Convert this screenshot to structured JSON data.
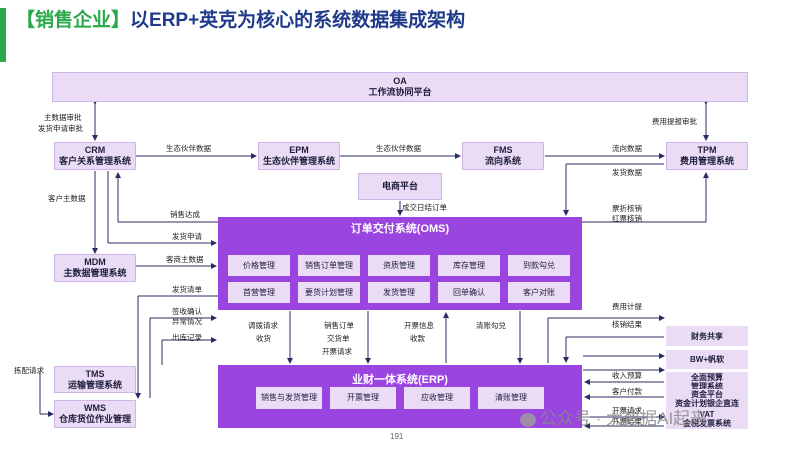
{
  "title": {
    "bracket_text": "【销售企业】",
    "main_text": "以ERP+英克为核心的系统数据集成架构"
  },
  "systems": {
    "oa": {
      "name": "OA",
      "desc": "工作流协同平台"
    },
    "crm": {
      "name": "CRM",
      "desc": "客户关系管理系统"
    },
    "epm": {
      "name": "EPM",
      "desc": "生态伙伴管理系统"
    },
    "fms": {
      "name": "FMS",
      "desc": "流向系统"
    },
    "tpm": {
      "name": "TPM",
      "desc": "费用管理系统"
    },
    "ecommerce": {
      "name": "电商平台"
    },
    "mdm": {
      "name": "MDM",
      "desc": "主数据管理系统"
    },
    "tms": {
      "name": "TMS",
      "desc": "运输管理系统"
    },
    "wms": {
      "name": "WMS",
      "desc": "仓库货位作业管理"
    }
  },
  "oms": {
    "title": "订单交付系统(OMS)",
    "modules": [
      "价格管理",
      "销售订单管理",
      "资质管理",
      "库存管理",
      "到款勾兑",
      "首营管理",
      "要货计划管理",
      "发货管理",
      "回单确认",
      "客户对账"
    ]
  },
  "erp": {
    "title": "业财一体系统(ERP)",
    "modules": [
      "销售与发货管理",
      "开票管理",
      "应收管理",
      "清账管理"
    ]
  },
  "right_systems": [
    {
      "line1": "财务共享",
      "line2": ""
    },
    {
      "line1": "BW+帆软",
      "line2": ""
    },
    {
      "line1": "全面预算",
      "line2": "管理系统"
    },
    {
      "line1": "资金平台",
      "line2": "资金计划银企直连"
    },
    {
      "line1": "VAT",
      "line2": "金税发票系统"
    }
  ],
  "labels": {
    "master_data_approval": "主数据审批",
    "shipping_approval": "发货申请审批",
    "expense_approval": "费用提报审批",
    "partner_data_1": "生态伙伴数据",
    "partner_data_2": "生态伙伴数据",
    "flow_data_1": "流向数据",
    "flow_data_2": "发货数据",
    "customer_master": "客户主数据",
    "sales_target": "销售达成",
    "ship_request": "发货申请",
    "merchant_master": "客商主数据",
    "closed_order": "成交日结订单",
    "rebate_verify": "票折核销",
    "red_verify": "红票核销",
    "ship_list": "发货清单",
    "sign_confirm": "签收确认",
    "exception": "异常情况",
    "outbound_record": "出库记录",
    "dispatch_request": "拣配请求",
    "transfer_request": "调拨请求",
    "receipt": "收货",
    "sales_order": "销售订单",
    "delivery_note": "交货单",
    "invoice_request": "开票请求",
    "invoice_info": "开票信息",
    "payment_received": "收款",
    "clear_match": "清账勾兑",
    "expense_accrual": "费用计提",
    "verify_result": "核销结果",
    "income_budget": "收入预算",
    "customer_payment": "客户付款",
    "invoice_request_2": "开票请求",
    "invoice_result": "开票结果"
  },
  "page_number": "191",
  "watermark": "公众号 · 大数据AI起来",
  "colors": {
    "title_blue": "#1f3a8a",
    "accent_green": "#2aa84a",
    "box_light": "#eadcf5",
    "box_dark": "#9b45e0",
    "line": "#2b2b66"
  }
}
